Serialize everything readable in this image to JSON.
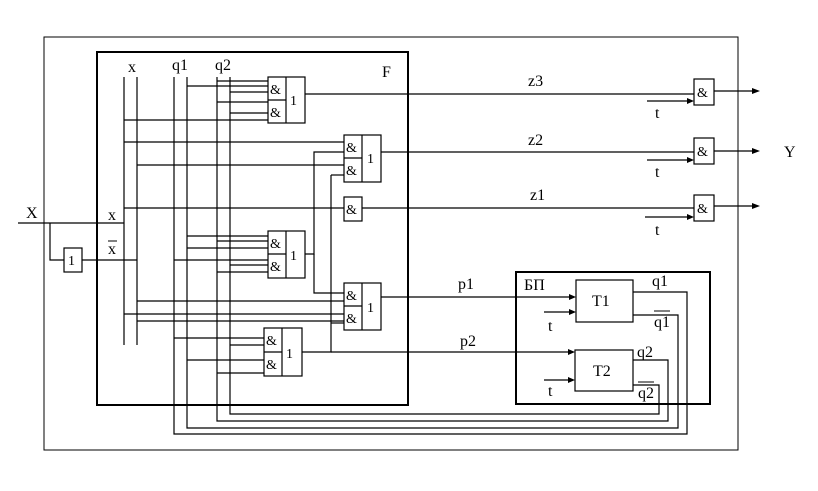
{
  "labels": {
    "F": "F",
    "BP": "БП",
    "X": "X",
    "Y": "Y",
    "x": "x",
    "q1": "q1",
    "q2": "q2",
    "z1": "z1",
    "z2": "z2",
    "z3": "z3",
    "p1": "p1",
    "p2": "p2",
    "t": "t",
    "T1": "T1",
    "T2": "T2",
    "and": "&",
    "or": "1",
    "not": "1",
    "x_bar": "x"
  }
}
